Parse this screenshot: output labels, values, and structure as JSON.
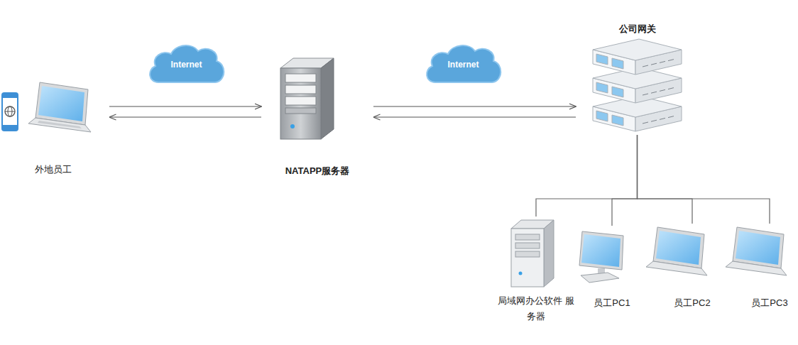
{
  "diagram": {
    "nodes": [
      {
        "text": [
          "外地员工"
        ]
      },
      {
        "text": [
          "Internet"
        ]
      },
      {
        "text": [
          "NATAPP服务器"
        ]
      },
      {
        "text": [
          "Internet"
        ]
      },
      {
        "text": [
          "公司网关"
        ]
      },
      {
        "text": [
          "局域网办公软件 服务器"
        ]
      },
      {
        "text": [
          "员工PC1"
        ]
      },
      {
        "text": [
          "员工PC2"
        ]
      },
      {
        "text": [
          "员工PC3"
        ]
      }
    ],
    "edges": [
      {
        "from": 0,
        "to": 2,
        "arrow": "to"
      },
      {
        "from": 2,
        "to": 0,
        "arrow": "to"
      },
      {
        "from": 2,
        "to": 4,
        "arrow": "to"
      },
      {
        "from": 4,
        "to": 2,
        "arrow": "to"
      },
      {
        "from": 4,
        "to": 5,
        "arrow": "none"
      },
      {
        "from": 4,
        "to": 6,
        "arrow": "none"
      },
      {
        "from": 4,
        "to": 7,
        "arrow": "none"
      },
      {
        "from": 4,
        "to": 8,
        "arrow": "none"
      }
    ]
  }
}
